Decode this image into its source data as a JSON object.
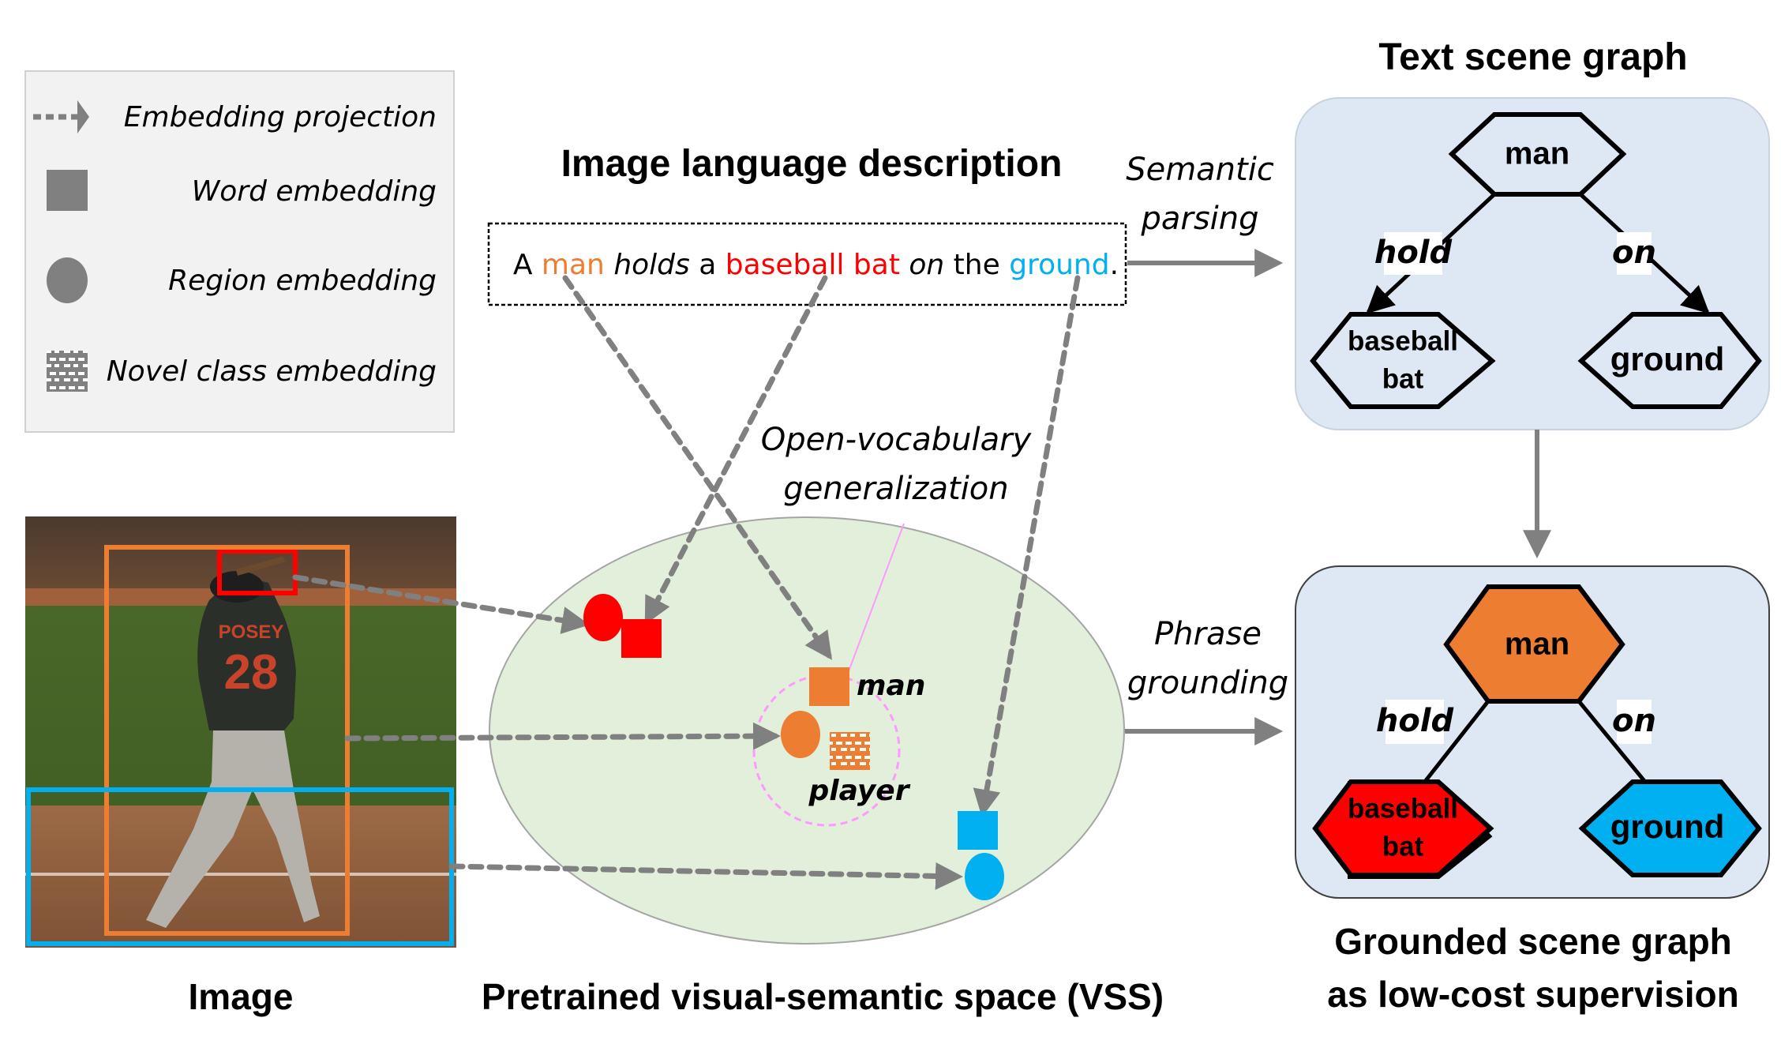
{
  "legend": {
    "items": [
      {
        "icon": "dashed-arrow-icon",
        "label": "Embedding projection"
      },
      {
        "icon": "square-icon",
        "label": "Word embedding"
      },
      {
        "icon": "circle-icon",
        "label": "Region embedding"
      },
      {
        "icon": "patterned-square-icon",
        "label": "Novel class embedding"
      }
    ]
  },
  "image_panel": {
    "caption": "Image",
    "boxes": [
      {
        "name": "baseball bat",
        "color": "#ff0000"
      },
      {
        "name": "man",
        "color": "#ed7d31"
      },
      {
        "name": "ground",
        "color": "#00b0f0"
      }
    ]
  },
  "description": {
    "title": "Image language description",
    "sentence": [
      {
        "text": "A ",
        "style": "normal",
        "color": "#000000"
      },
      {
        "text": "man",
        "style": "normal",
        "color": "#ed7d31"
      },
      {
        "text": " ",
        "style": "normal",
        "color": "#000000"
      },
      {
        "text": "holds",
        "style": "italic",
        "color": "#000000"
      },
      {
        "text": " a ",
        "style": "normal",
        "color": "#000000"
      },
      {
        "text": "baseball bat",
        "style": "normal",
        "color": "#ff0000"
      },
      {
        "text": " ",
        "style": "normal",
        "color": "#000000"
      },
      {
        "text": "on",
        "style": "italic",
        "color": "#000000"
      },
      {
        "text": " the ",
        "style": "normal",
        "color": "#000000"
      },
      {
        "text": "ground",
        "style": "normal",
        "color": "#00b0f0"
      },
      {
        "text": ".",
        "style": "normal",
        "color": "#000000"
      }
    ]
  },
  "vss": {
    "caption": "Pretrained visual-semantic space (VSS)",
    "open_vocab_label_line1": "Open-vocabulary",
    "open_vocab_label_line2": "generalization",
    "man_label": "man",
    "player_label": "player"
  },
  "arrows": {
    "semantic_parsing_line1": "Semantic",
    "semantic_parsing_line2": "parsing",
    "phrase_grounding_line1": "Phrase",
    "phrase_grounding_line2": "grounding"
  },
  "text_scene_graph": {
    "title": "Text scene graph",
    "nodes": {
      "subject": "man",
      "object1_line1": "baseball",
      "object1_line2": "bat",
      "object2": "ground"
    },
    "edges": {
      "left": "hold",
      "right": "on"
    }
  },
  "grounded_scene_graph": {
    "title_line1": "Grounded scene graph",
    "title_line2": "as low-cost supervision",
    "nodes": {
      "subject": "man",
      "object1_line1": "baseball",
      "object1_line2": "bat",
      "object2": "ground"
    },
    "edges": {
      "left": "hold",
      "right": "on"
    }
  },
  "colors": {
    "man": "#ed7d31",
    "bat": "#ff0000",
    "ground": "#00b0f0",
    "vss_fill": "#e2efda",
    "graph_box_fill": "#dde8f4",
    "legend_fill": "#f2f2f2",
    "arrow_gray": "#808080",
    "open_vocab_pink": "#ff99ff"
  }
}
